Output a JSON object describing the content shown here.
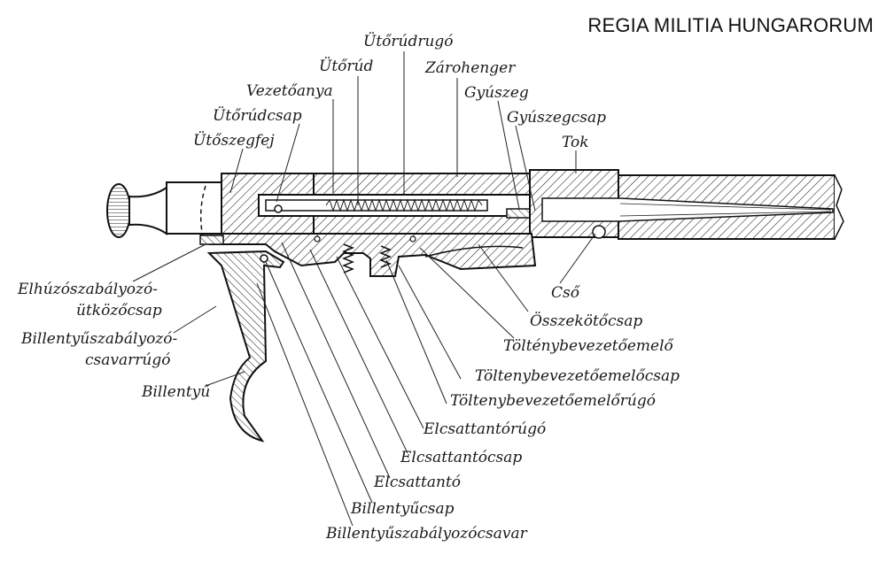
{
  "header": {
    "title": "REGIA MILITIA HUNGARORUM"
  },
  "labels": {
    "utorudrugo": "Ütőrúdrugó",
    "utorud": "Ütőrúd",
    "zarohenger": "Zárohenger",
    "vezetoanya": "Vezetőanya",
    "gyuszeg": "Gyúszeg",
    "utorudcsap": "Ütőrúdcsap",
    "gyuszegcsap": "Gyúszegcsap",
    "utoszegfej": "Ütőszegfej",
    "tok": "Tok",
    "cso": "Cső",
    "osszekotocsap": "Összekötőcsap",
    "toltenybevezetoemelo": "Tölténybevezetőemelő",
    "toltenybevezetoemelocsap": "Töltenybevezetőemelőcsap",
    "toltenybevezetoemelorugo": "Töltenybevezetőemelőrúgó",
    "elcsattantorugo": "Elcsattantórúgó",
    "elcsattantocsap": "Elcsattantócsap",
    "elcsattanto": "Elcsattantó",
    "billentyucsap": "Billentyűcsap",
    "billentyuszabalyozocsavar": "Billentyűszabályozócsavar",
    "elhuzo1": "Elhúzószabályozó-",
    "elhuzo2": "ütközőcsap",
    "billszab1": "Billentyűszabályozó-",
    "billszab2": "csavarrúgó",
    "billentyu": "Billentyű"
  },
  "colors": {
    "ink": "#1a1a1a",
    "paper": "#ffffff",
    "metal": "#d8d8d8"
  }
}
